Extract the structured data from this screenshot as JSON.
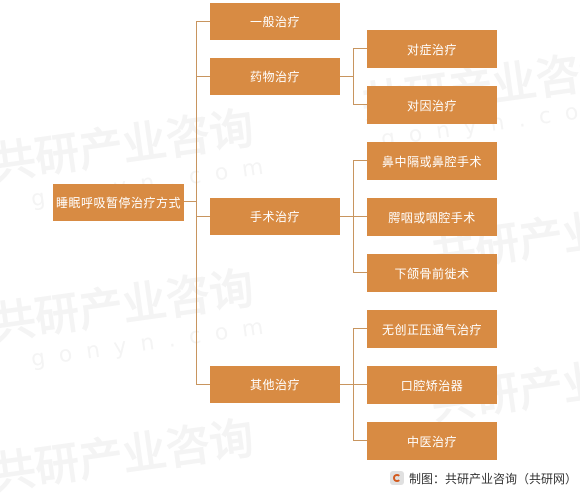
{
  "diagram": {
    "root": "睡眠呼吸暂停治疗方式",
    "branches": [
      {
        "label": "一般治疗",
        "children": []
      },
      {
        "label": "药物治疗",
        "children": [
          "对症治疗",
          "对因治疗"
        ]
      },
      {
        "label": "手术治疗",
        "children": [
          "鼻中隔或鼻腔手术",
          "腭咽或咽腔手术",
          "下颌骨前徙术"
        ]
      },
      {
        "label": "其他治疗",
        "children": [
          "无创正压通气治疗",
          "口腔矫治器",
          "中医治疗"
        ]
      }
    ]
  },
  "watermark": {
    "cn": "共研产业咨询",
    "en": "gonyn.com"
  },
  "footer": {
    "text": "制图：共研产业咨询（共研网）"
  },
  "colors": {
    "node_fill": "#d88b43",
    "connector": "#c8955f",
    "text": "#ffffff"
  }
}
